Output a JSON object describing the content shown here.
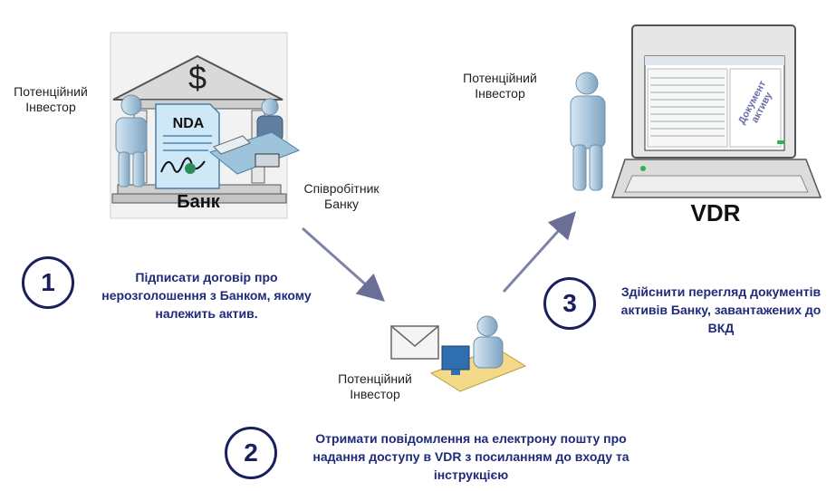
{
  "labels": {
    "investor_top_left": "Потенційний Інвестор",
    "bank_employee": "Співробітник Банку",
    "investor_top_right": "Потенційний Інвестор",
    "investor_center": "Потенційний Інвестор",
    "bank_name": "Банк",
    "nda": "NDA",
    "vdr": "VDR",
    "screen_stamp": "Документ активу"
  },
  "steps": [
    {
      "number": "1",
      "text": "Підписати договір про нерозголошення з Банком, якому належить актив."
    },
    {
      "number": "2",
      "text": "Отримати повідомлення на електрону пошту про надання доступу в VDR з посиланням до входу та інструкцією"
    },
    {
      "number": "3",
      "text": "Здійснити перегляд документів активів Банку, завантажених до ВКД"
    }
  ],
  "colors": {
    "step_text": "#1f2a7a",
    "circle_border": "#1a1f5e",
    "person": "#a9c6dc",
    "arrow": "#7e84a8"
  }
}
